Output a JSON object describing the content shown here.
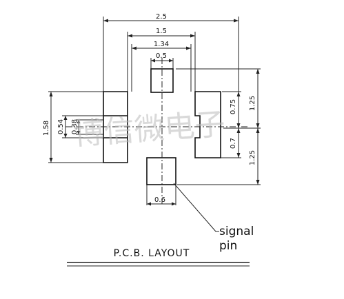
{
  "dimensions": {
    "overall_width": "2.5",
    "outer_pad_span": "1.5",
    "inner_pad_span": "1.34",
    "top_pad_width": "0.5",
    "bottom_pad_width": "0.6",
    "left_height": "1.58",
    "left_outer": "0.54",
    "left_inner": "0.38",
    "right_upper": "0.75",
    "right_lower": "0.7",
    "right_upper_total": "1.25",
    "right_lower_total": "1.25"
  },
  "callout": {
    "line1": "signal",
    "line2": "pin"
  },
  "title": "P.C.B. LAYOUT",
  "watermark": "博信微电子"
}
